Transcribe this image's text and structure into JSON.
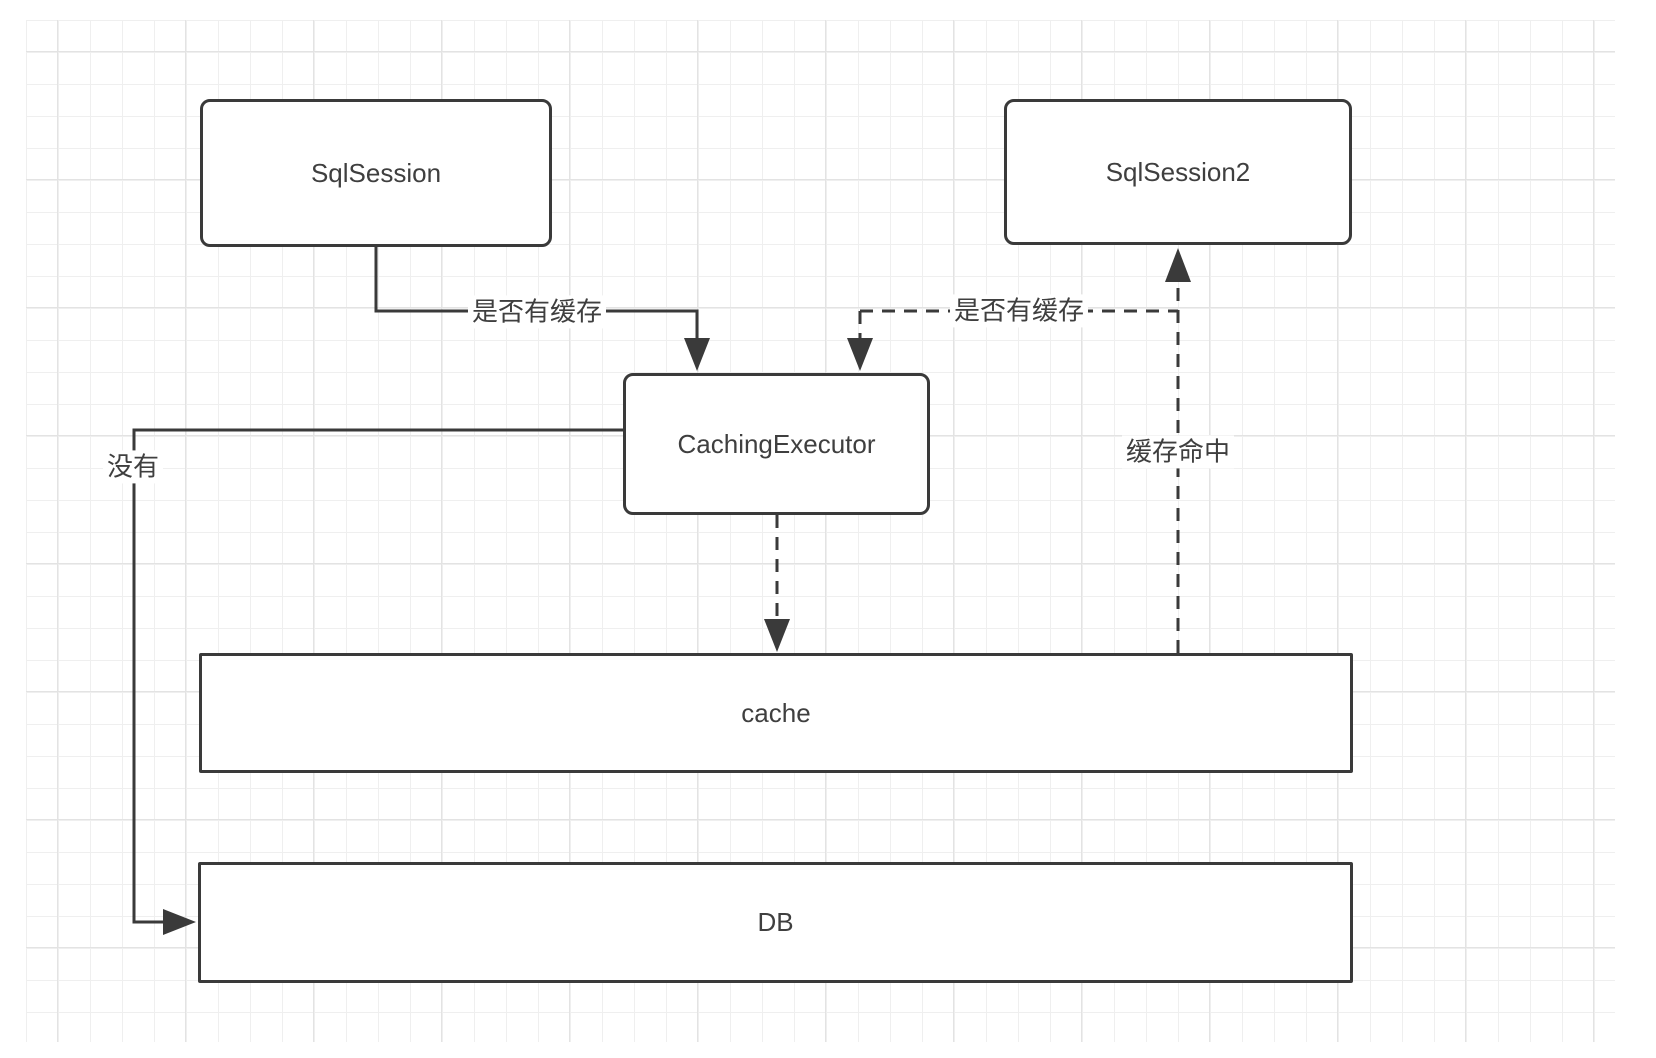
{
  "nodes": {
    "sqlsession": "SqlSession",
    "sqlsession2": "SqlSession2",
    "caching_executor": "CachingExecutor",
    "cache": "cache",
    "db": "DB"
  },
  "edge_labels": {
    "check_cache_left": "是否有缓存",
    "check_cache_right": "是否有缓存",
    "cache_hit": "缓存命中",
    "no_cache": "没有"
  },
  "edges": [
    {
      "from": "SqlSession",
      "to": "CachingExecutor",
      "style": "solid",
      "label": "是否有缓存"
    },
    {
      "from": "SqlSession2",
      "to": "CachingExecutor",
      "style": "dashed",
      "label": "是否有缓存"
    },
    {
      "from": "CachingExecutor",
      "to": "cache",
      "style": "dashed",
      "label": ""
    },
    {
      "from": "cache",
      "to": "SqlSession2",
      "style": "dashed",
      "label": "缓存命中"
    },
    {
      "from": "CachingExecutor",
      "to": "DB",
      "style": "solid",
      "label": "没有"
    }
  ],
  "colors": {
    "line": "#3a3a3a",
    "text": "#3f3f3f",
    "node_fill": "#ffffff",
    "grid_minor": "#efefef",
    "grid_major": "#e3e3e3",
    "background": "#ffffff"
  }
}
